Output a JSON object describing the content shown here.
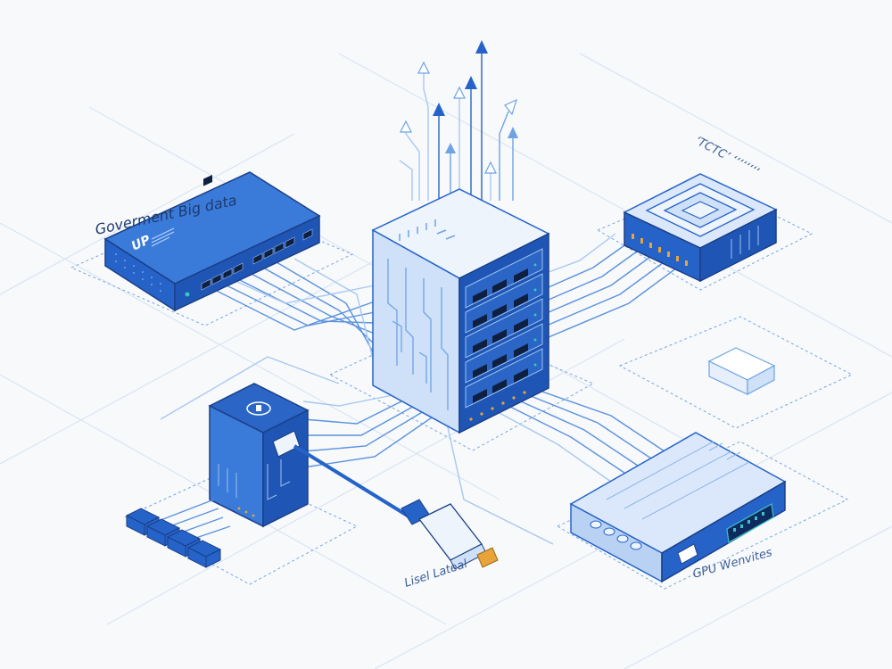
{
  "labels": {
    "gov_big_data": "Goverment Big data",
    "gpu": "GPU Wenvites",
    "cable": "Lisel Lateal",
    "top_right": "‘TCTC’ ‘‘‘‘‘‘‘‘",
    "switch_logo": "UP"
  },
  "colors": {
    "primary": "#2563c9",
    "dark": "#1b3f86",
    "light": "#dbe8fb",
    "line": "#6ea3e6",
    "text": "#1e3a6e",
    "accent_orange": "#e8a43a",
    "accent_teal": "#36c4c4"
  }
}
